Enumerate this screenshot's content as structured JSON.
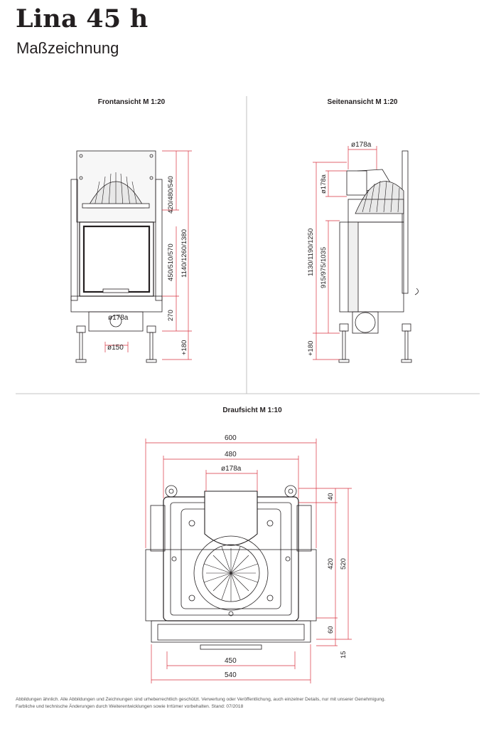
{
  "header": {
    "title": "Lina 45 h",
    "subtitle": "Maßzeichnung"
  },
  "views": {
    "front": {
      "title": "Frontansicht M 1:20",
      "dims": {
        "upper": "420/480/540",
        "door": "450/510/570",
        "total": "1140/1260/1380",
        "lower": "270",
        "feet": "+180",
        "air_inlet": "ø150",
        "flue": "ø178a"
      }
    },
    "side": {
      "title": "Seitenansicht M 1:20",
      "dims": {
        "flue_top": "ø178a",
        "flue_side": "ø178a",
        "total": "1130/1190/1250",
        "inner": "915/975/1035",
        "feet": "+180"
      }
    },
    "top": {
      "title": "Draufsicht M 1:10",
      "dims": {
        "w600": "600",
        "w480": "480",
        "flue": "ø178a",
        "d40": "40",
        "d420": "420",
        "d520": "520",
        "d60": "60",
        "d15": "15",
        "w450": "450",
        "w540": "540"
      }
    }
  },
  "colors": {
    "dimension": "#d9333f",
    "line": "#231f20",
    "divider": "#b3b3b3"
  },
  "footer": {
    "line1": "Abbildungen ähnlich. Alle Abbildungen und Zeichnungen sind urheberrechtlich geschützt. Verwertung oder Veröffentlichung, auch einzelner Details, nur mit unserer Genehmigung.",
    "line2": "Farbliche und technische Änderungen durch Weiterentwicklungen sowie Irrtümer vorbehalten. Stand: 07/2018"
  }
}
